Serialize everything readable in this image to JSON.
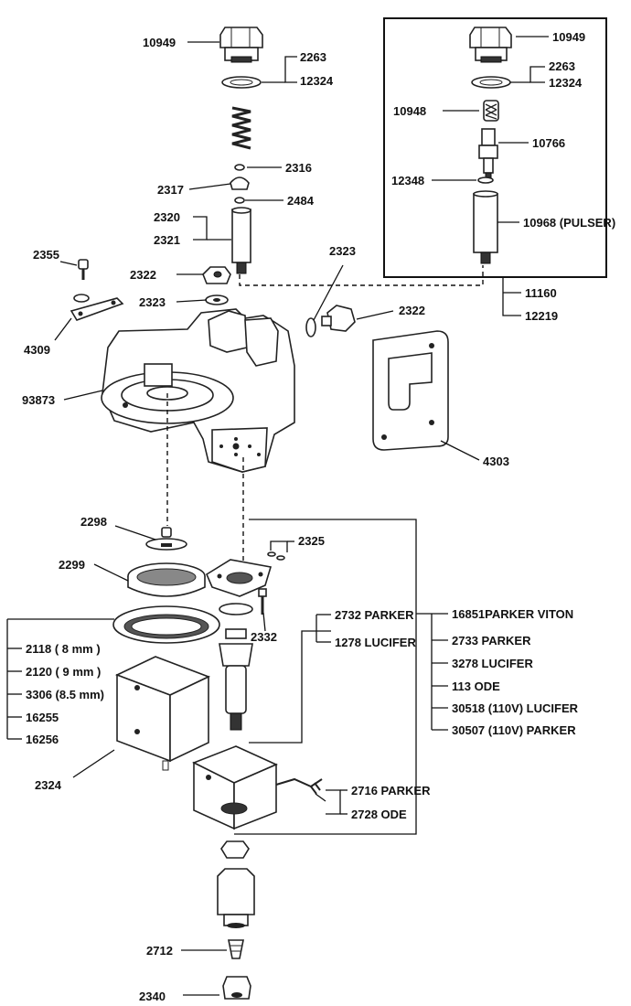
{
  "labels": {
    "l10949a": "10949",
    "l2263a": "2263",
    "l12324a": "12324",
    "l2316": "2316",
    "l2317": "2317",
    "l2484": "2484",
    "l2320": "2320",
    "l2321": "2321",
    "l2355": "2355",
    "l2322a": "2322",
    "l2323a": "2323",
    "l4309": "4309",
    "l93873": "93873",
    "l2323b": "2323",
    "l2322b": "2322",
    "l4303": "4303",
    "l10949b": "10949",
    "l2263b": "2263",
    "l12324b": "12324",
    "l10948": "10948",
    "l10766": "10766",
    "l12348": "12348",
    "l10968": "10968 (PULSER)",
    "l11160": "11160",
    "l12219": "12219",
    "l2298": "2298",
    "l2325": "2325",
    "l2299": "2299",
    "l2332": "2332",
    "l2732": "2732 PARKER",
    "l1278": "1278 LUCIFER",
    "l16851": "16851PARKER VITON",
    "l2733": "2733 PARKER",
    "l3278": "3278 LUCIFER",
    "l113": "113 ODE",
    "l30518": "30518 (110V) LUCIFER",
    "l30507": "30507 (110V) PARKER",
    "l2118": "2118 ( 8 mm )",
    "l2120": "2120 ( 9 mm )",
    "l3306": "3306 (8.5 mm)",
    "l16255": "16255",
    "l16256": "16256",
    "l2324": "2324",
    "l2716": "2716 PARKER",
    "l2728": "2728 ODE",
    "l2712": "2712",
    "l2340": "2340"
  }
}
